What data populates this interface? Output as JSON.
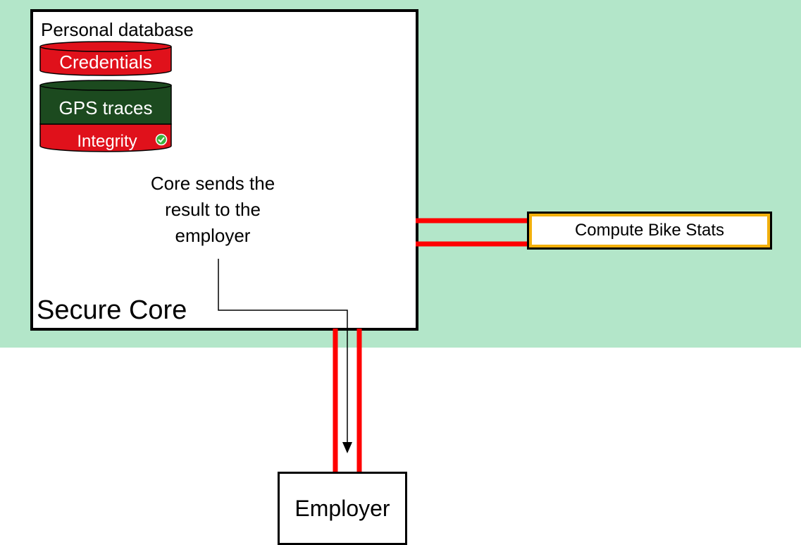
{
  "diagram": {
    "database_title": "Personal database",
    "credentials_label": "Credentials",
    "gps_label": "GPS traces",
    "integrity_label": "Integrity",
    "core_caption": "Secure Core",
    "step_lines": [
      "Core sends the",
      "result to the",
      "employer"
    ],
    "service_label": "Compute Bike Stats",
    "employer_label": "Employer",
    "integrity_status": "verified",
    "colors": {
      "zone": "#b3e6c9",
      "channel": "#ff0000",
      "credentials": "#e0111b",
      "gps": "#1c4a1f",
      "service_border": "#f2b00c",
      "check": "#3db33d"
    }
  }
}
